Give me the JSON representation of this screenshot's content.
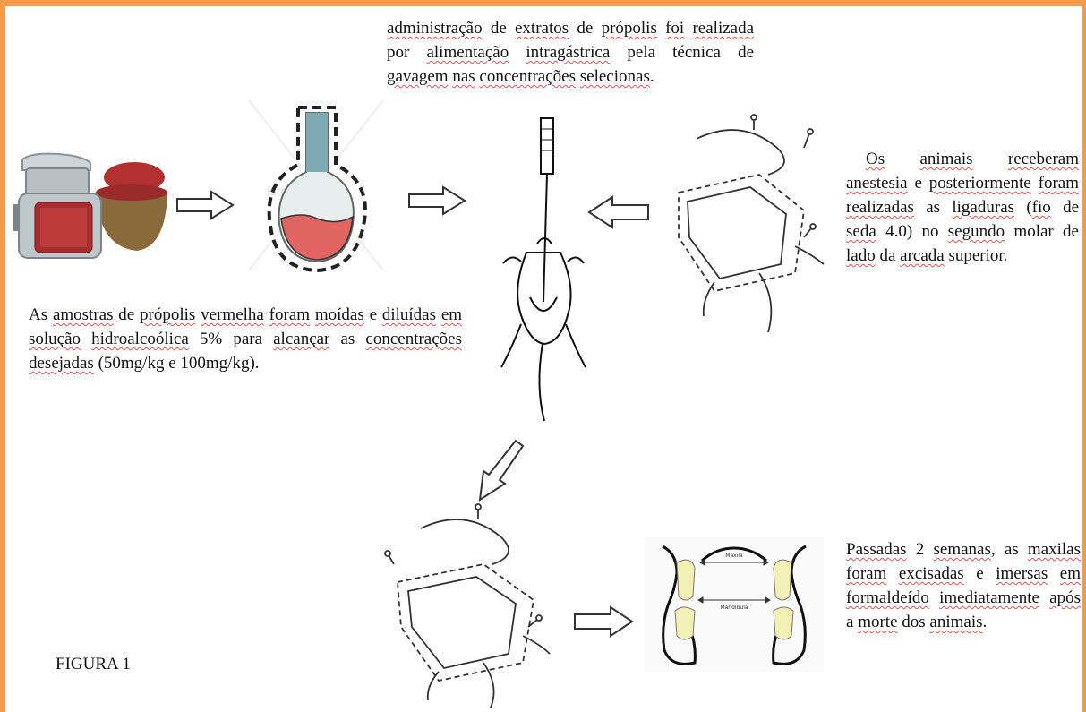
{
  "figure_label": "FIGURA 1",
  "texts": {
    "top": [
      "administração",
      " de ",
      "extratos",
      " de ",
      "própolis",
      " ",
      "foi",
      " ",
      "realizada",
      " por ",
      "alimentação",
      " ",
      "intragástrica",
      " pela técnica de ",
      "gavagem",
      " ",
      "nas",
      " ",
      "concentrações",
      " ",
      "selecionas",
      "."
    ],
    "right1": [
      "Os",
      " ",
      "animais",
      " ",
      "receberam",
      " ",
      "anestesia",
      " e ",
      "posteriormente",
      " ",
      "foram",
      " ",
      "realizadas",
      " as ",
      "ligaduras",
      " (",
      "fio",
      " de ",
      "seda",
      " 4.0) no ",
      "segundo",
      " molar de ",
      "lado",
      " da ",
      "arcada",
      " superior."
    ],
    "left": [
      "As ",
      "amostras",
      " de ",
      "própolis",
      " ",
      "vermelha",
      " ",
      "foram",
      " ",
      "moídas",
      " e ",
      "diluídas",
      " ",
      "em",
      " ",
      "solução",
      " ",
      "hidroalcoólica",
      " 5% para ",
      "alcançar",
      " as ",
      "concentrações",
      " ",
      "desejadas",
      " (50mg/kg e 100mg/kg)."
    ],
    "right2": [
      "Passadas",
      " 2 ",
      "semanas",
      ", as ",
      "maxilas",
      " ",
      "foram",
      " ",
      "excisadas",
      " e ",
      "imersas",
      " ",
      "em",
      " ",
      "formaldeído",
      " ",
      "imediatamente",
      " ",
      "após",
      " a ",
      "morte",
      " dos ",
      "animais",
      "."
    ]
  },
  "underlined_words": {
    "top": [
      0,
      2,
      4,
      6,
      8,
      10,
      12,
      14,
      16,
      18,
      20
    ],
    "right1": [
      0,
      2,
      4,
      6,
      8,
      10,
      12,
      14,
      16,
      18,
      20,
      22,
      24
    ],
    "left": [
      1,
      3,
      5,
      7,
      9,
      11,
      13,
      15,
      17,
      19,
      21,
      23
    ],
    "right2": [
      0,
      2,
      4,
      6,
      8,
      10,
      12,
      14,
      16,
      18,
      20,
      22
    ]
  },
  "diagram_labels": {
    "maxilla_top": "Maxila",
    "maxilla_bottom": "Mandíbula"
  },
  "watermark": "iStock",
  "colors": {
    "frame": "#f39a4b",
    "propolis_red": "#c43a3a",
    "flask_liquid": "#e06462",
    "flask_glass": "#7fa9b3",
    "bowl": "#8a6a3a",
    "tooth": "#f3f0b6"
  },
  "icons": [
    "jar-icon",
    "bowl-icon",
    "flask-icon",
    "syringe-icon",
    "rat-icon",
    "teeth-diagram-icon"
  ]
}
